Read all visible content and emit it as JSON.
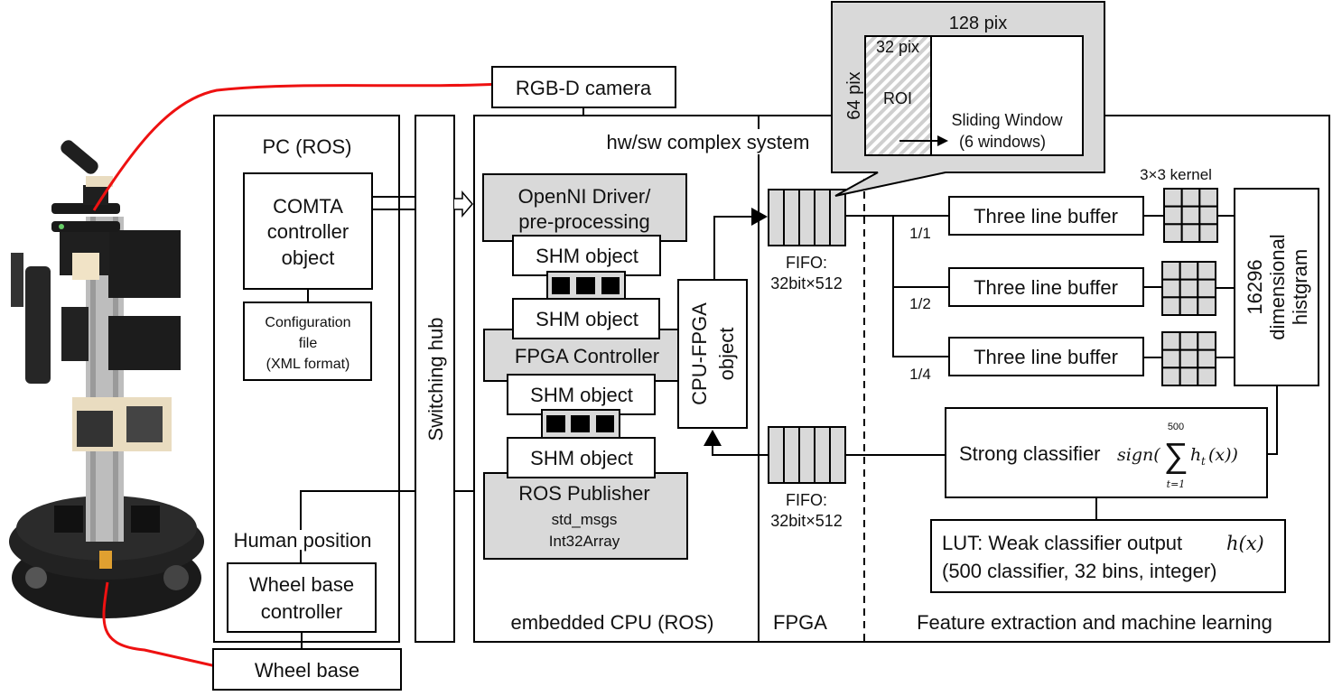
{
  "robot": {
    "label": "robot-photo",
    "wire_color": "#ee1111"
  },
  "camera": {
    "label": "RGB-D camera"
  },
  "wheel_base": {
    "label": "Wheel base"
  },
  "pc": {
    "title": "PC (ROS)",
    "comta": [
      "COMTA",
      "controller",
      "object"
    ],
    "config": [
      "Configuration",
      "file",
      "(XML format)"
    ],
    "human_position": "Human position",
    "wheel_controller": [
      "Wheel base",
      "controller"
    ]
  },
  "switching_hub": {
    "label": "Switching hub"
  },
  "embedded": {
    "title": "hw/sw complex system",
    "footer": "embedded CPU (ROS)",
    "openni": [
      "OpenNI Driver/",
      "pre-processing"
    ],
    "shm": [
      "SHM object",
      "SHM object",
      "SHM object",
      "SHM object"
    ],
    "fpga_controller": "FPGA Controller",
    "ros_publisher": [
      "ROS Publisher",
      "std_msgs",
      "Int32Array"
    ],
    "cpu_fpga": [
      "CPU-FPGA",
      "object"
    ]
  },
  "fpga": {
    "footer": "FPGA",
    "fifo_in": [
      "FIFO:",
      "32bit×512"
    ],
    "fifo_out": [
      "FIFO:",
      "32bit×512"
    ]
  },
  "callout": {
    "width_label": "128 pix",
    "height_label": "64 pix",
    "roi_width": "32 pix",
    "roi": "ROI",
    "sliding": [
      "Sliding Window",
      "(6 windows)"
    ]
  },
  "feature": {
    "footer": "Feature extraction and machine learning",
    "scales": [
      "1/1",
      "1/2",
      "1/4"
    ],
    "buffers": [
      "Three line buffer",
      "Three line buffer",
      "Three line buffer"
    ],
    "kernel_label": "3×3 kernel",
    "histogram": [
      "16296",
      "dimensional",
      "histgram"
    ],
    "strong": {
      "label": "Strong classifier",
      "formula_pre": "sign(",
      "sum": "∑",
      "upper": "500",
      "lower": "t=1",
      "formula_post": "h",
      "sub": "t",
      "tail": "(x))"
    },
    "lut": [
      "LUT: Weak classifier output",
      "h(x)",
      "(500 classifier, 32 bins, integer)"
    ]
  }
}
